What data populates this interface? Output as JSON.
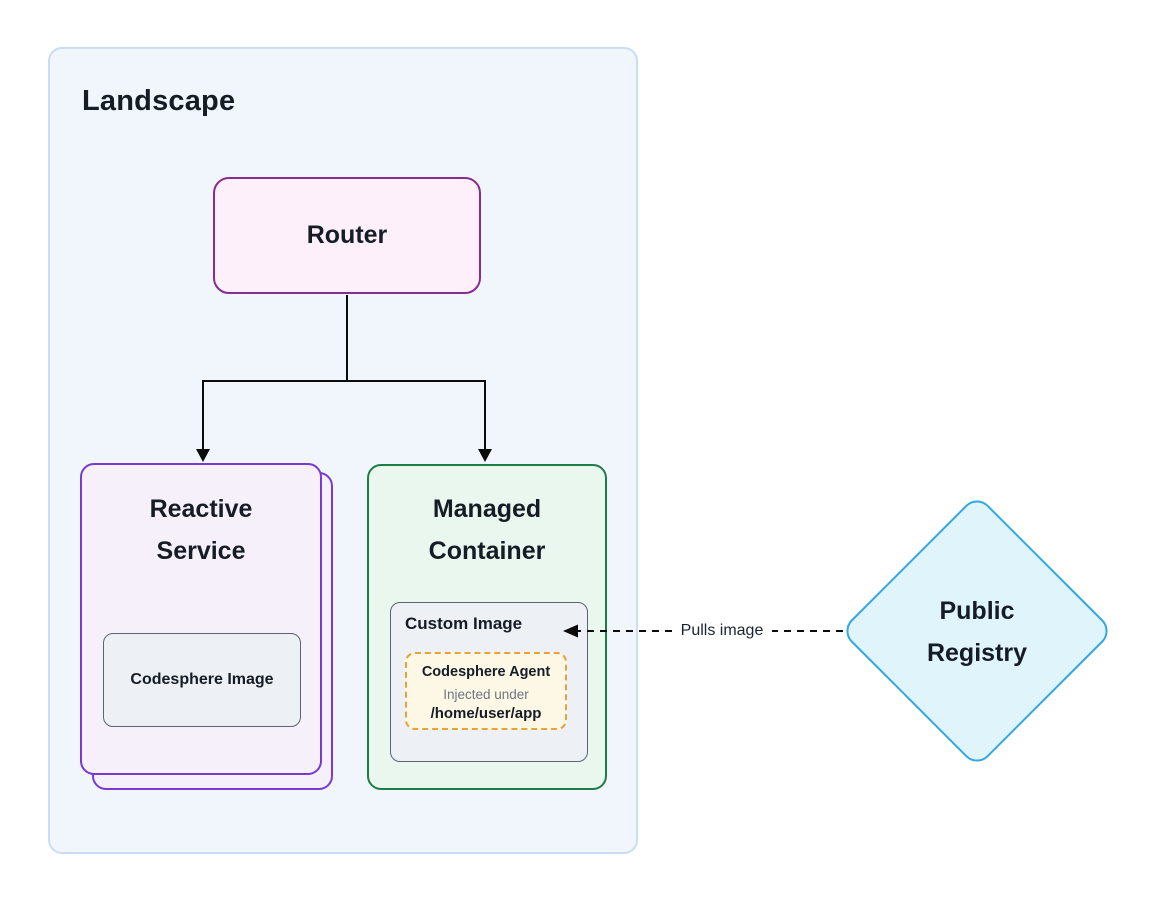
{
  "diagram": {
    "landscape": {
      "title": "Landscape",
      "router_label": "Router",
      "reactive": {
        "title_line1": "Reactive",
        "title_line2": "Service",
        "image_label": "Codesphere Image"
      },
      "managed": {
        "title_line1": "Managed",
        "title_line2": "Container",
        "custom_image_label": "Custom Image",
        "agent_title": "Codesphere Agent",
        "agent_subtitle": "Injected under",
        "agent_path": "/home/user/app"
      }
    },
    "registry": {
      "title_line1": "Public",
      "title_line2": "Registry"
    },
    "pull_arrow_label": "Pulls image"
  },
  "colors": {
    "page_bg": "#ffffff",
    "landscape_bg": "#f0f6fc",
    "landscape_border": "#c9def4",
    "router_bg": "#fdf0fa",
    "router_border": "#872d8f",
    "reactive_bg": "#f6f0fb",
    "reactive_border": "#7a39d3",
    "managed_bg": "#e9f7ee",
    "managed_border": "#1e7c47",
    "gray_box_bg": "#edf1f6",
    "gray_box_border": "#5b6472",
    "agent_bg": "#fdf8e6",
    "agent_border": "#e6a23c",
    "registry_bg": "#e0f4fb",
    "registry_border": "#34a7e0",
    "text_dark": "#151c26",
    "text_muted": "#6e7681",
    "connector": "#0b0b0b"
  }
}
